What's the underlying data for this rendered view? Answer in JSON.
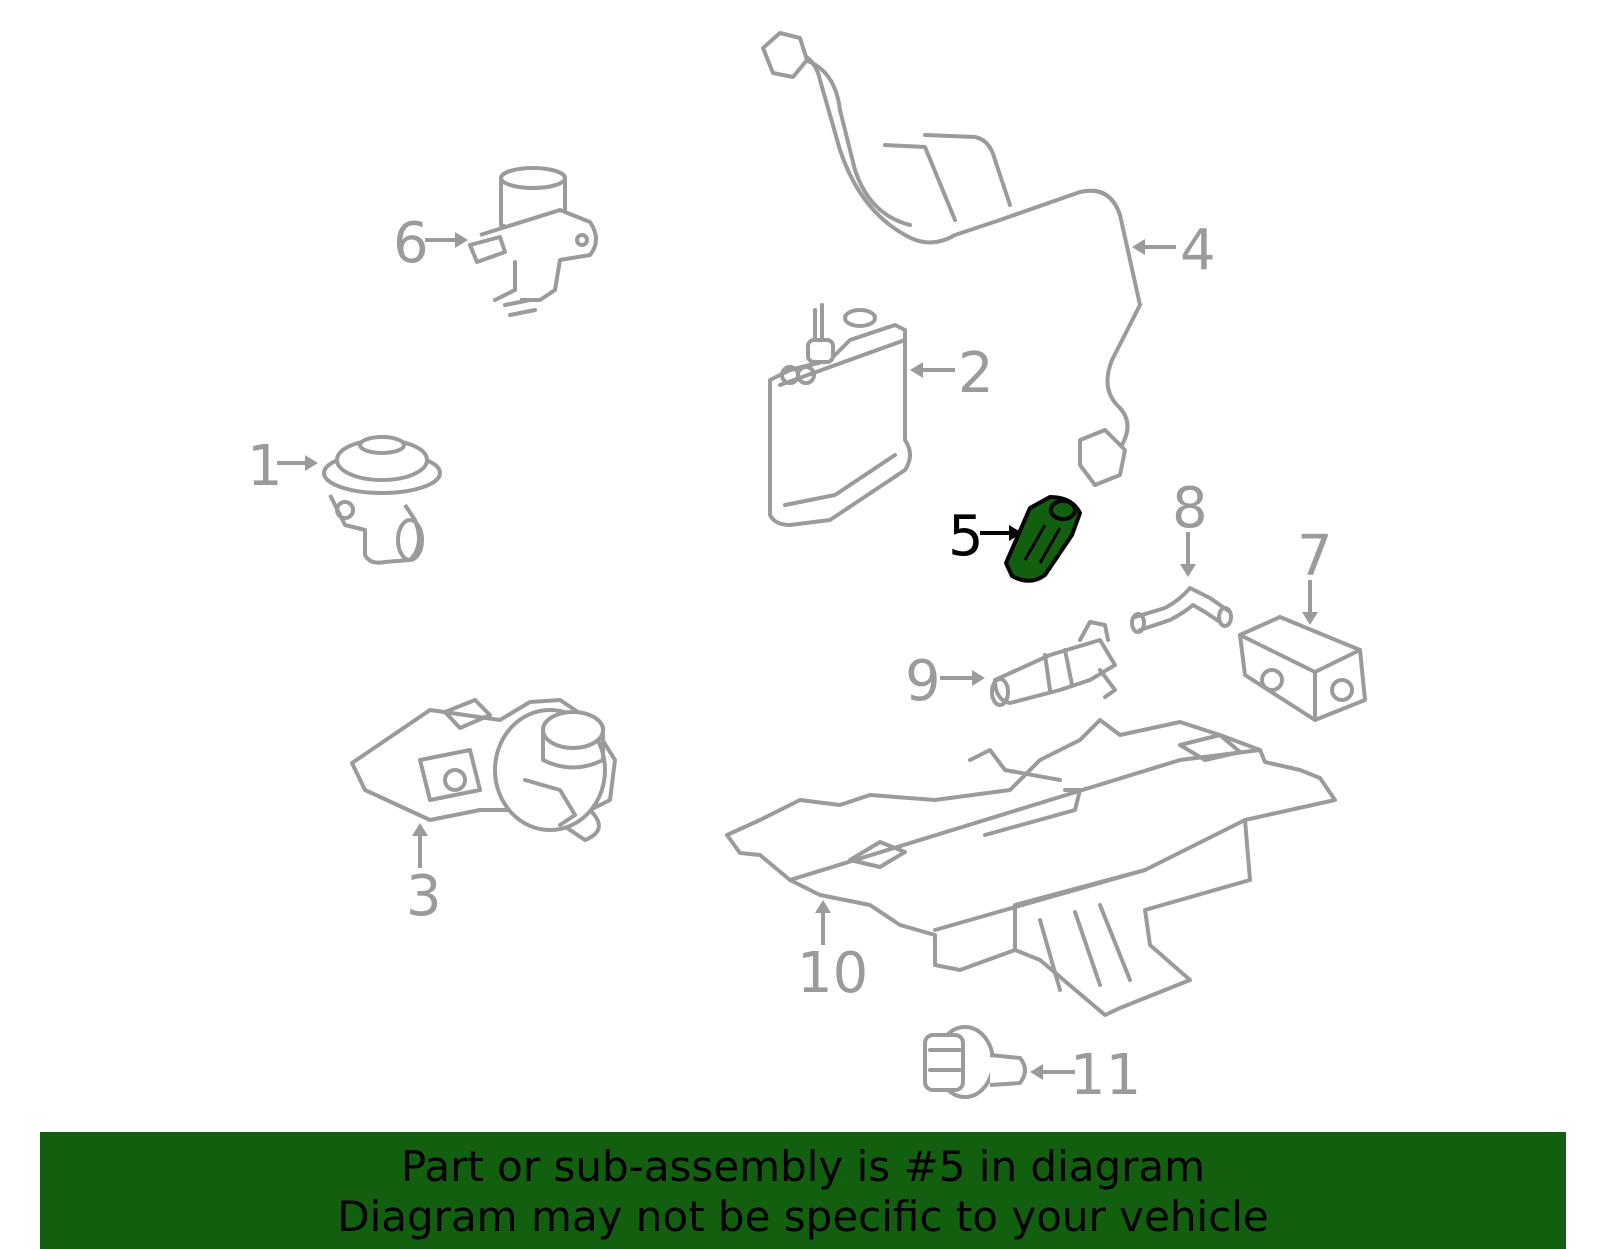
{
  "callouts": {
    "c1": "1",
    "c2": "2",
    "c3": "3",
    "c4": "4",
    "c5": "5",
    "c6": "6",
    "c7": "7",
    "c8": "8",
    "c9": "9",
    "c10": "10",
    "c11": "11"
  },
  "highlight": {
    "part": "5",
    "color": "#12600f"
  },
  "banner": {
    "line1": "Part or sub-assembly is #5 in diagram",
    "line2": "Diagram may not be specific to your vehicle",
    "background": "#12600f"
  },
  "colors": {
    "outline": "#9b9b9b",
    "active_label": "#000000"
  }
}
